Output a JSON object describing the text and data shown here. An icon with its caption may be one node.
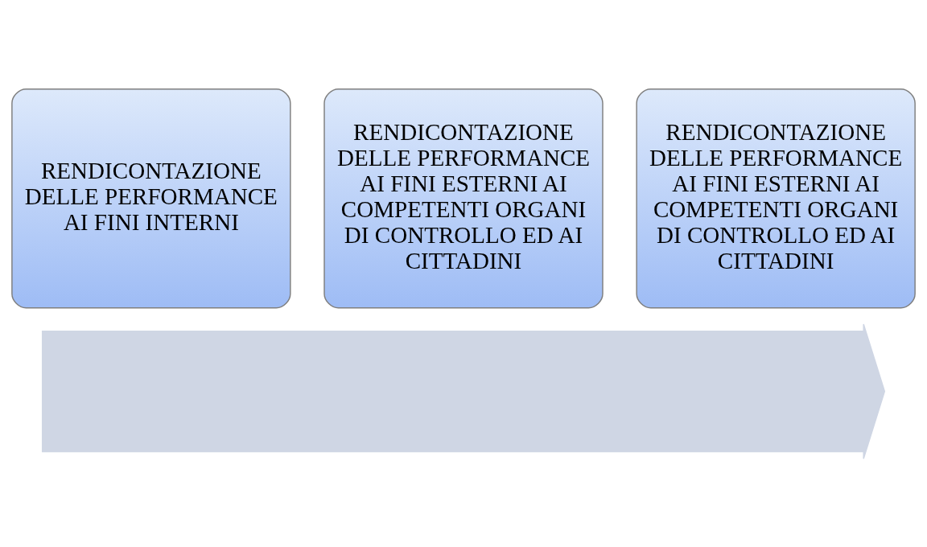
{
  "diagram": {
    "nodes": [
      {
        "text": [],
        "shape": "arrow"
      },
      {
        "text": [
          "RENDICONTAZIONE DELLE PERFORMANCE AI FINI INTERNI"
        ]
      },
      {
        "text": [
          "RENDICONTAZIONE DELLE PERFORMANCE AI FINI ESTERNI AI COMPETENTI ORGANI DI CONTROLLO ED AI CITTADINI"
        ]
      },
      {
        "text": [
          "RENDICONTAZIONE DELLE PERFORMANCE AI FINI ESTERNI AI COMPETENTI ORGANI DI CONTROLLO ED AI CITTADINI"
        ]
      }
    ]
  }
}
